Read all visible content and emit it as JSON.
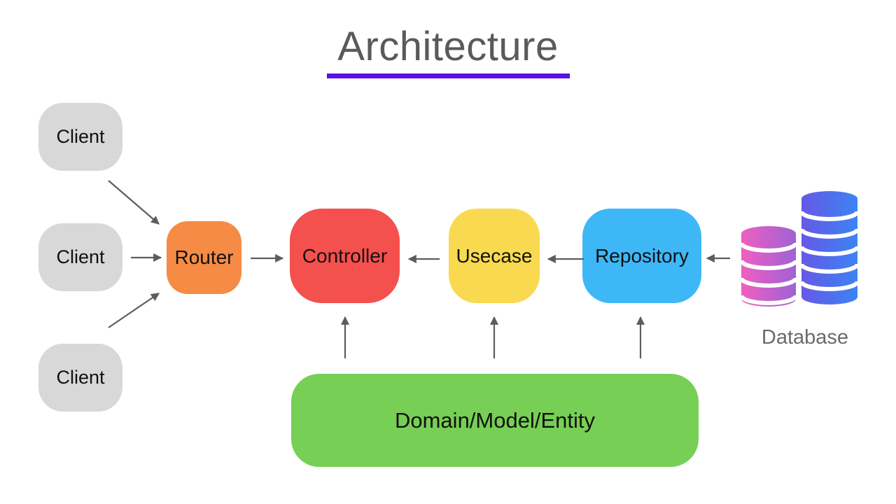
{
  "title": {
    "text": "Architecture",
    "text_color": "#595a5c",
    "underline_color": "#5a10e8"
  },
  "nodes": {
    "client": {
      "label": "Client",
      "color": "#d8d8d8",
      "count": 3
    },
    "router": {
      "label": "Router",
      "color": "#f68b45"
    },
    "controller": {
      "label": "Controller",
      "color": "#f4504e"
    },
    "usecase": {
      "label": "Usecase",
      "color": "#f9d94f"
    },
    "repository": {
      "label": "Repository",
      "color": "#3eb7f7"
    },
    "domain": {
      "label": "Domain/Model/Entity",
      "color": "#77cf55"
    }
  },
  "database": {
    "label": "Database",
    "icon": "database-cylinders-icon",
    "left_stack_gradient": [
      "#ef5fc0",
      "#9e62d5"
    ],
    "right_stack_gradient": [
      "#6659e6",
      "#3c83f3"
    ],
    "left_stack_discs": 5,
    "right_stack_discs": 6
  },
  "edges": [
    {
      "from": "client-1",
      "to": "router"
    },
    {
      "from": "client-2",
      "to": "router"
    },
    {
      "from": "client-3",
      "to": "router"
    },
    {
      "from": "router",
      "to": "controller"
    },
    {
      "from": "usecase",
      "to": "controller"
    },
    {
      "from": "repository",
      "to": "usecase"
    },
    {
      "from": "database",
      "to": "repository"
    },
    {
      "from": "domain",
      "to": "controller"
    },
    {
      "from": "domain",
      "to": "usecase"
    },
    {
      "from": "domain",
      "to": "repository"
    }
  ],
  "arrow_color": "#5d5d5d"
}
